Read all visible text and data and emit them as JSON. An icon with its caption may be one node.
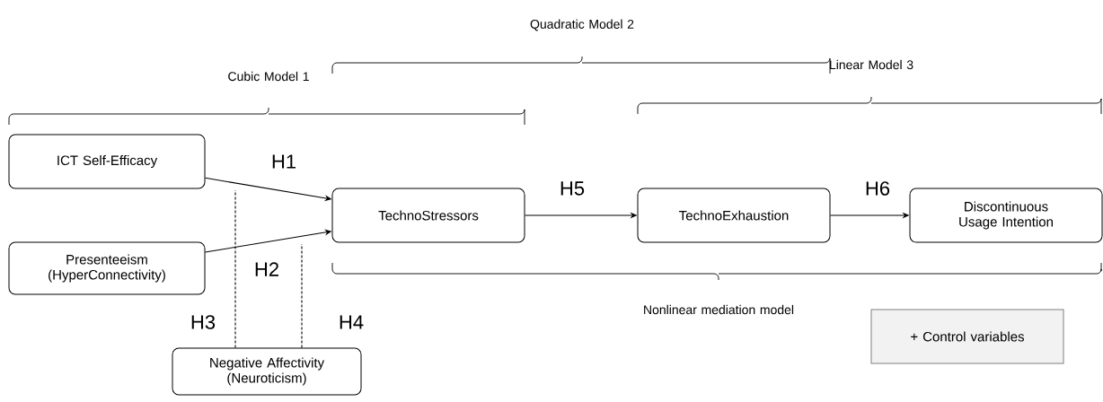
{
  "diagram": {
    "nodes": [
      {
        "text": [
          "ICT Self-Efficacy"
        ]
      },
      {
        "text": [
          "Presenteeism (HyperConnectivity)"
        ]
      },
      {
        "text": [
          "TechnoStressors"
        ]
      },
      {
        "text": [
          "TechnoExhaustion"
        ]
      },
      {
        "text": [
          "Discontinuous Usage Intention"
        ]
      },
      {
        "text": [
          "Negative Affectivity (Neuroticism)"
        ]
      },
      {
        "text": [
          "+ Control variables"
        ]
      }
    ],
    "edges": [
      {
        "from": 0,
        "to": 2,
        "arrow": "to",
        "label": "H1"
      },
      {
        "from": 1,
        "to": 2,
        "arrow": "to",
        "label": "H2"
      },
      {
        "from": 5,
        "to": null,
        "arrow": "none",
        "style": "dashed",
        "label": "H3"
      },
      {
        "from": 5,
        "to": null,
        "arrow": "none",
        "style": "dashed",
        "label": "H4"
      },
      {
        "from": 2,
        "to": 3,
        "arrow": "to",
        "label": "H5"
      },
      {
        "from": 3,
        "to": 4,
        "arrow": "to",
        "label": "H6"
      }
    ],
    "labels": [
      "Quadratic Model 2",
      "Cubic Model 1",
      "Linear Model 3",
      "Nonlinear mediation model"
    ]
  }
}
